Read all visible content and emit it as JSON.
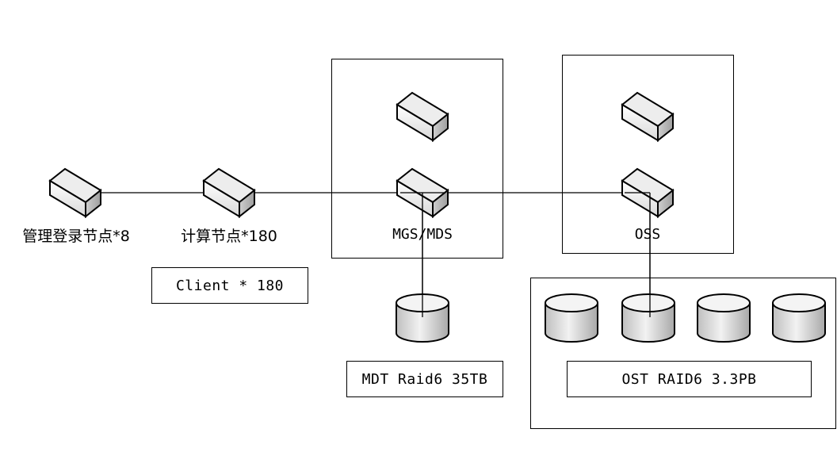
{
  "nodes": {
    "login": {
      "label": "管理登录节点*8"
    },
    "compute": {
      "label": "计算节点*180"
    },
    "mgs_mds": {
      "label": "MGS/MDS"
    },
    "oss": {
      "label": "OSS"
    }
  },
  "boxes": {
    "client": "Client * 180",
    "mdt": "MDT Raid6 35TB",
    "ost": "OST RAID6 3.3PB"
  },
  "colors": {
    "stroke": "#000000",
    "server_light": "#ffffff",
    "server_top": "#e9e9e9",
    "server_side": "#bdbdbd",
    "disk_body": "#d6d6d6",
    "disk_top": "#f4f4f4"
  }
}
